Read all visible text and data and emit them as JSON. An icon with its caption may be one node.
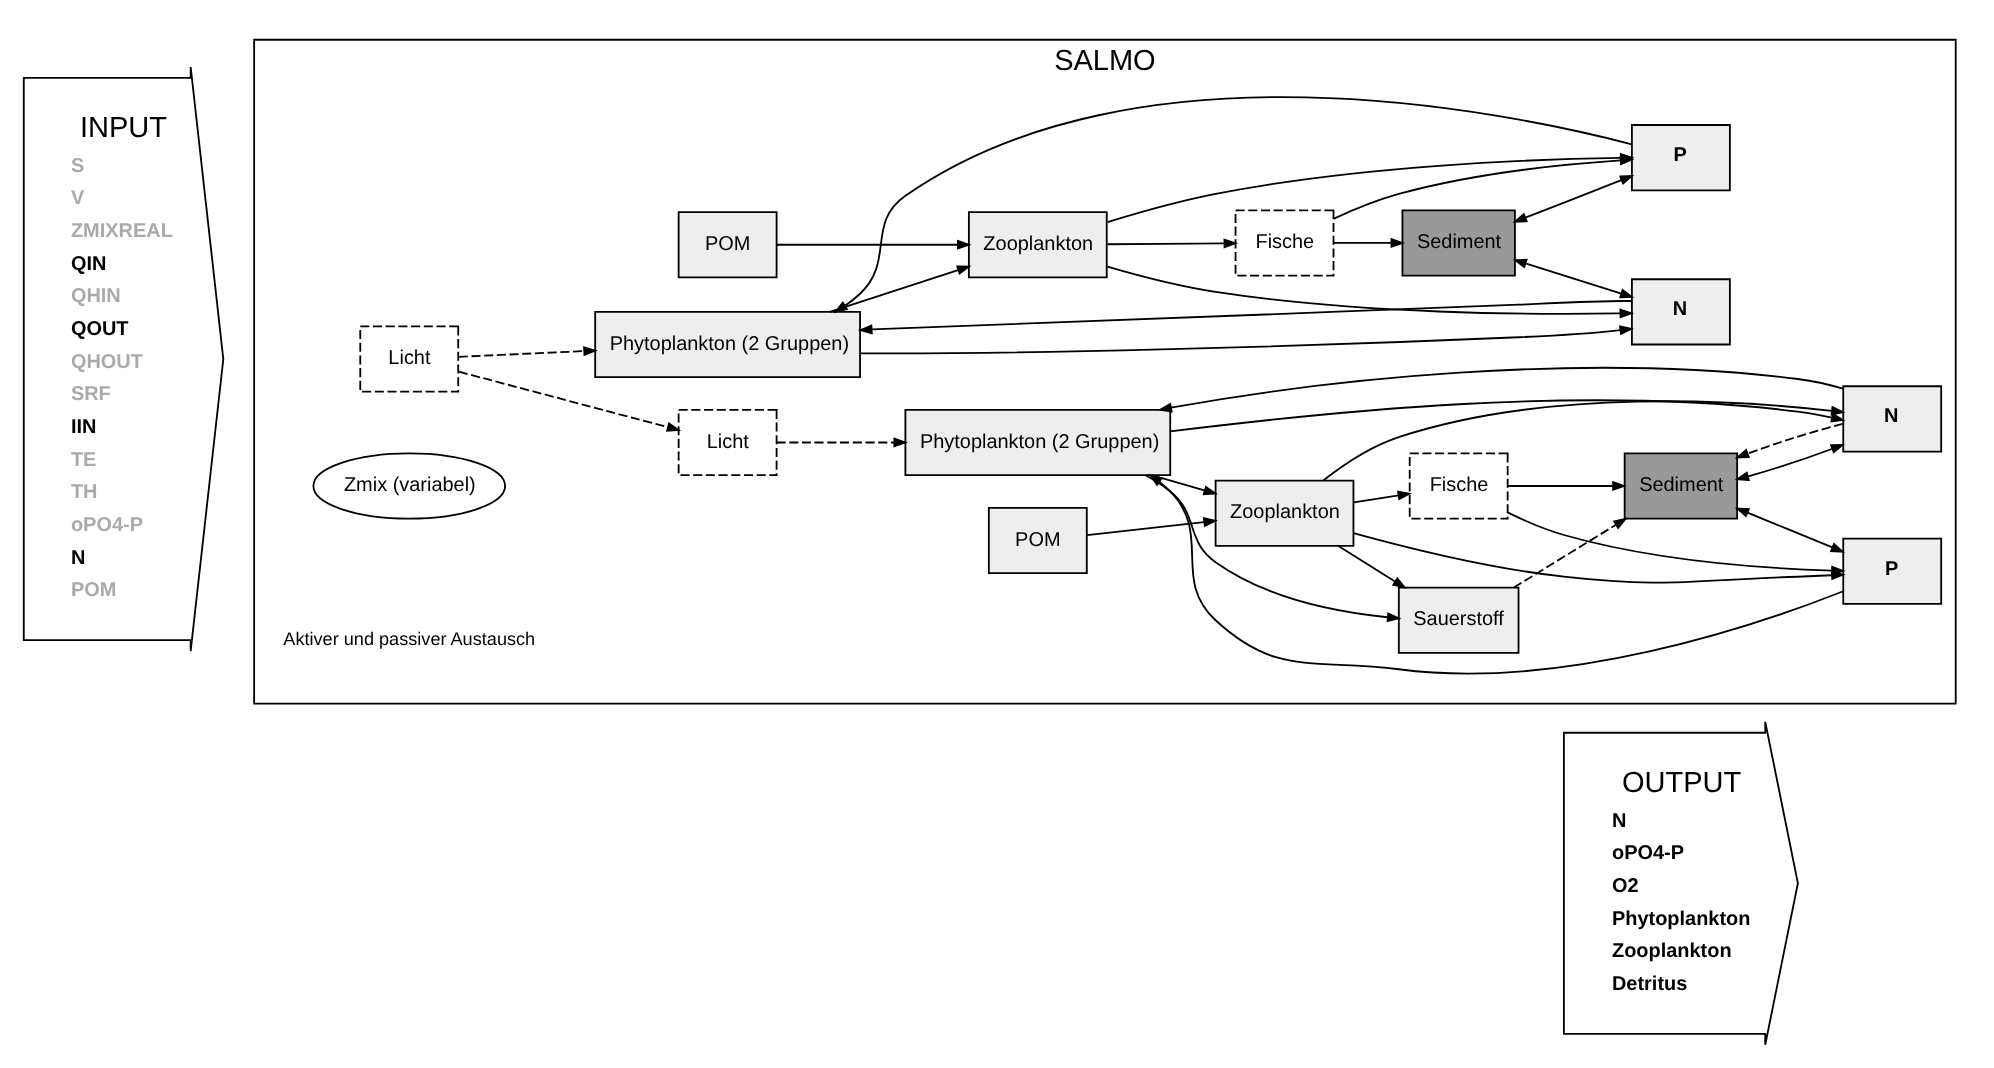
{
  "diagram": {
    "nodes": [
      {
        "text": [
          "INPUT",
          "S",
          "V",
          "ZMIXREAL",
          "QIN",
          "QHIN",
          "QOUT",
          "QHOUT",
          "SRF",
          "IIN",
          "TE",
          "TH",
          "oPO4-P",
          "N",
          "POM"
        ]
      },
      {
        "text": [
          "SALMO"
        ]
      },
      {
        "text": [
          "Licht"
        ],
        "in": 1
      },
      {
        "text": [
          "Fische"
        ],
        "in": 1
      },
      {
        "text": [
          "P"
        ],
        "in": 1
      },
      {
        "text": [
          "Phytoplankton (2 Gruppen)"
        ],
        "in": 1
      },
      {
        "text": [
          "Zooplankton"
        ],
        "in": 1
      },
      {
        "text": [
          "POM"
        ],
        "in": 1
      },
      {
        "text": [
          "N"
        ],
        "in": 1
      },
      {
        "text": [
          "Sediment"
        ],
        "in": 1
      },
      {
        "text": [
          "Zmix (variabel)"
        ],
        "in": 1
      },
      {
        "text": [
          "Licht"
        ],
        "in": 1
      },
      {
        "text": [
          "Fische"
        ],
        "in": 1
      },
      {
        "text": [
          "P"
        ],
        "in": 1
      },
      {
        "text": [
          "Phytoplankton (2 Gruppen)"
        ],
        "in": 1
      },
      {
        "text": [
          "Zooplankton"
        ],
        "in": 1
      },
      {
        "text": [
          "POM"
        ],
        "in": 1
      },
      {
        "text": [
          "N"
        ],
        "in": 1
      },
      {
        "text": [
          "Sediment"
        ],
        "in": 1
      },
      {
        "text": [
          "Sauerstoff"
        ],
        "in": 1
      },
      {
        "text": [
          "OUTPUT",
          "N",
          "oPO4-P",
          "O2",
          "Phytoplankton",
          "Zooplankton",
          "Detritus"
        ]
      }
    ],
    "edges": [
      {
        "from": 2,
        "to": 5,
        "arrow": "to",
        "style": "dashed"
      },
      {
        "from": 4,
        "to": 5,
        "arrow": "to"
      },
      {
        "from": 8,
        "to": 5,
        "arrow": "to"
      },
      {
        "from": 5,
        "to": 6,
        "arrow": "to"
      },
      {
        "from": 7,
        "to": 6,
        "arrow": "to"
      },
      {
        "from": 6,
        "to": 3,
        "arrow": "to"
      },
      {
        "from": 3,
        "to": 4,
        "arrow": "to"
      },
      {
        "from": 6,
        "to": 4,
        "arrow": "to"
      },
      {
        "from": 5,
        "to": 8,
        "arrow": "to"
      },
      {
        "from": 6,
        "to": 8,
        "arrow": "to"
      },
      {
        "from": 3,
        "to": 9,
        "arrow": "to"
      },
      {
        "from": 9,
        "to": 4,
        "arrow": "both"
      },
      {
        "from": 9,
        "to": 8,
        "arrow": "both"
      },
      {
        "from": 2,
        "to": 11,
        "arrow": "to",
        "style": "dashed"
      },
      {
        "from": 11,
        "to": 14,
        "arrow": "to",
        "style": "dashed"
      },
      {
        "from": 13,
        "to": 14,
        "arrow": "to"
      },
      {
        "from": 17,
        "to": 14,
        "arrow": "to"
      },
      {
        "from": 14,
        "to": 15,
        "arrow": "to"
      },
      {
        "from": 16,
        "to": 15,
        "arrow": "to"
      },
      {
        "from": 15,
        "to": 12,
        "arrow": "to"
      },
      {
        "from": 12,
        "to": 13,
        "arrow": "to"
      },
      {
        "from": 15,
        "to": 13,
        "arrow": "to"
      },
      {
        "from": 14,
        "to": 17,
        "arrow": "to"
      },
      {
        "from": 15,
        "to": 17,
        "arrow": "to"
      },
      {
        "from": 12,
        "to": 18,
        "arrow": "to"
      },
      {
        "from": 18,
        "to": 13,
        "arrow": "both"
      },
      {
        "from": 18,
        "to": 17,
        "arrow": "both"
      },
      {
        "from": 14,
        "to": 19,
        "arrow": "to"
      },
      {
        "from": 15,
        "to": 19,
        "arrow": "to"
      },
      {
        "from": 19,
        "to": 18,
        "arrow": "to",
        "style": "dashed"
      },
      {
        "from": 17,
        "to": 18,
        "arrow": "to",
        "style": "dashed"
      }
    ],
    "labels": [
      "Aktiver und passiver Austausch"
    ]
  }
}
